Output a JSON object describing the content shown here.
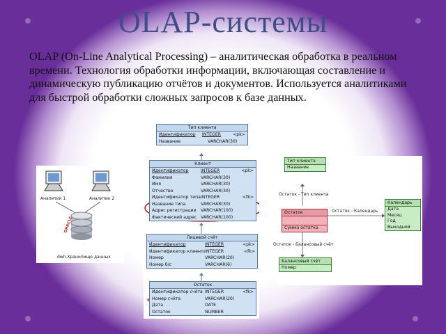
{
  "slide": {
    "title": "OLAP-системы",
    "paragraph": "OLAP (On-Line Analytical Processing) – аналитическая обработка в реальном времени. Технология обработки информации, включающая составление и динамическую публикацию отчётов и документов. Используется аналитиками для быстрой обработки сложных запросов к базе данных."
  },
  "left_diagram": {
    "analyst1": "Аналитик 1",
    "analyst2": "Аналитик 2",
    "storage": "dwh.Хранилище данных",
    "oracle": "ORACLE"
  },
  "er": {
    "tip_klienta": {
      "title": "Тип клиента",
      "rows": [
        [
          "Идентификатор",
          "INTEGER",
          "<pk>"
        ],
        [
          "Название",
          "VARCHAR(30)",
          ""
        ]
      ]
    },
    "klient": {
      "title": "Клиент",
      "rows": [
        [
          "Идентификатор",
          "INTEGER",
          "<pk>"
        ],
        [
          "Фамилия",
          "VARCHAR(30)",
          ""
        ],
        [
          "Имя",
          "VARCHAR(30)",
          ""
        ],
        [
          "Отчество",
          "VARCHAR(30)",
          ""
        ],
        [
          "Идентификатор типа",
          "INTEGER",
          "<fk>"
        ],
        [
          "Название типа",
          "VARCHAR(30)",
          ""
        ],
        [
          "Адрес регистрации",
          "VARCHAR(100)",
          ""
        ],
        [
          "Фактический адрес",
          "VARCHAR(100)",
          ""
        ]
      ]
    },
    "licevoy": {
      "title": "Лицевой счёт",
      "rows": [
        [
          "Идентификатор",
          "INTEGER",
          "<pk>"
        ],
        [
          "Идентификатор клиента",
          "INTEGER",
          "<fk>"
        ],
        [
          "Номер",
          "VARCHAR(20)",
          ""
        ],
        [
          "Номер б/с",
          "VARCHAR(6)",
          ""
        ]
      ]
    },
    "ostatok": {
      "title": "Остаток",
      "rows": [
        [
          "Идентификатор счёта",
          "INTEGER",
          "<fk>"
        ],
        [
          "Номер счёта",
          "VARCHAR(20)",
          ""
        ],
        [
          "Дата",
          "DATE",
          ""
        ],
        [
          "Остаток",
          "NUMBER",
          ""
        ]
      ]
    }
  },
  "star": {
    "tip": {
      "title": "Тип клиента",
      "rows": [
        "Название"
      ]
    },
    "ostatok": {
      "title": "Остаток",
      "rows": [
        "Сумма остатка"
      ]
    },
    "kalendar": {
      "title": "Календарь",
      "rows": [
        "Дата",
        "Месяц",
        "Год",
        "Выходной"
      ]
    },
    "balans": {
      "title": "Балансовый счёт",
      "rows": [
        "Номер"
      ]
    },
    "link1": "Остаток - Тип клиента",
    "link2": "Остаток - Календарь",
    "link3": "Остаток - Балансовый счёт"
  }
}
